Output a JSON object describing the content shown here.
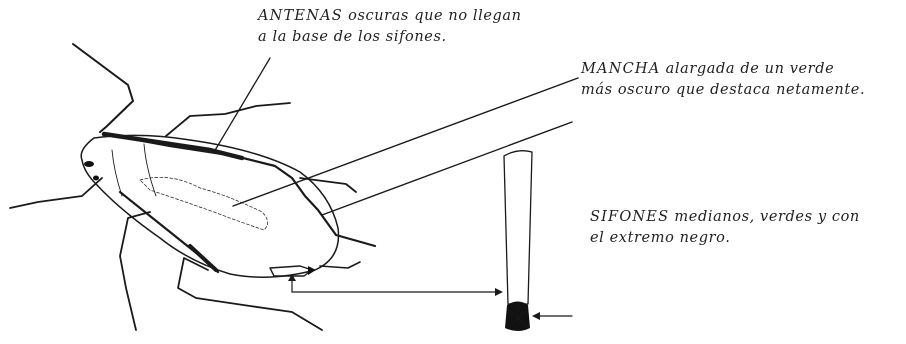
{
  "annotations": {
    "antenas": {
      "keyword": "ANTENAS",
      "line1_rest": " oscuras que no llegan",
      "line2": "a la base de los sifones."
    },
    "mancha": {
      "keyword": "MANCHA",
      "line1_rest": " alargada de un verde",
      "line2": "más oscuro que destaca netamente."
    },
    "sifones": {
      "keyword": "SIFONES",
      "line1_rest": " medianos, verdes y con",
      "line2": "el extremo negro."
    }
  },
  "colors": {
    "ink": "#1a1a1a",
    "paper": "#ffffff",
    "dark_tip": "#111111"
  }
}
